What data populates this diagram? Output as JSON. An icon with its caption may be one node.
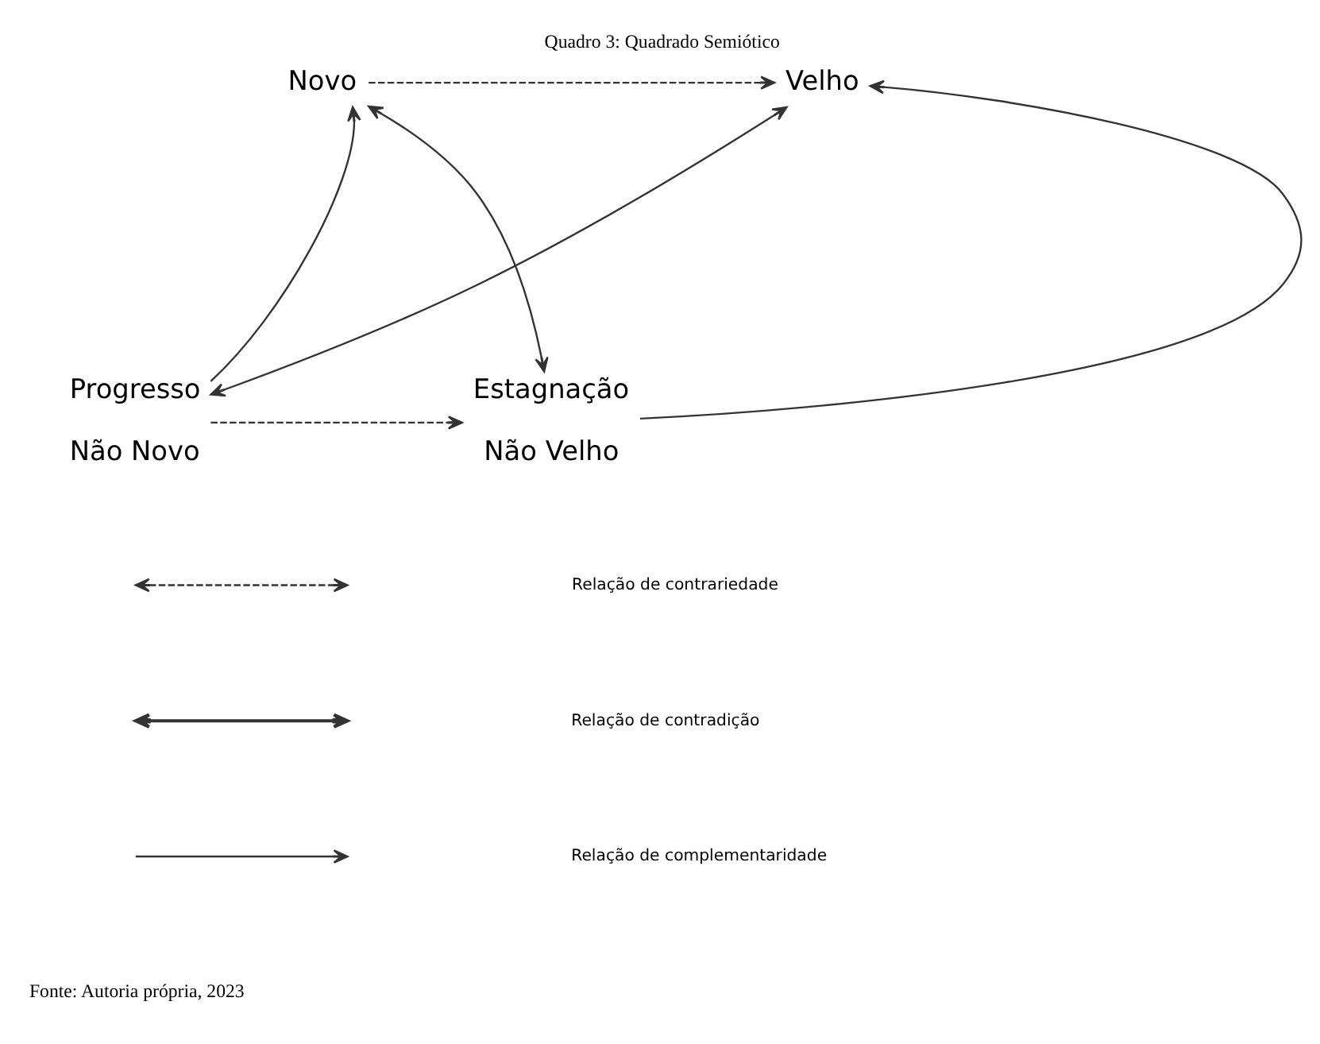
{
  "diagram": {
    "title": "Quadro 3: Quadrado Semiótico",
    "caption": "Fonte: Autoria própria, 2023",
    "nodes": [
      {
        "text": [
          "Novo"
        ]
      },
      {
        "text": [
          "Velho"
        ]
      },
      {
        "text": [
          "Progresso"
        ],
        "beside": [
          "Não Novo"
        ]
      },
      {
        "text": [
          "Estagnação"
        ],
        "beside": [
          "Não Velho"
        ]
      }
    ],
    "edges": [
      {
        "from": 0,
        "to": 1,
        "arrow": "to",
        "style": "dashed"
      },
      {
        "from": 0,
        "to": 3,
        "arrow": "both"
      },
      {
        "from": 1,
        "to": 2,
        "arrow": "both"
      },
      {
        "from": 2,
        "to": 0,
        "arrow": "to"
      },
      {
        "from": 3,
        "to": 1,
        "arrow": "to"
      },
      {
        "from": 2,
        "to": 3,
        "arrow": "to",
        "style": "dashed"
      }
    ],
    "legend": [
      {
        "text": "Relação de contrariedade"
      },
      {
        "text": "Relação de contradição"
      },
      {
        "text": "Relação de complementaridade"
      }
    ]
  }
}
